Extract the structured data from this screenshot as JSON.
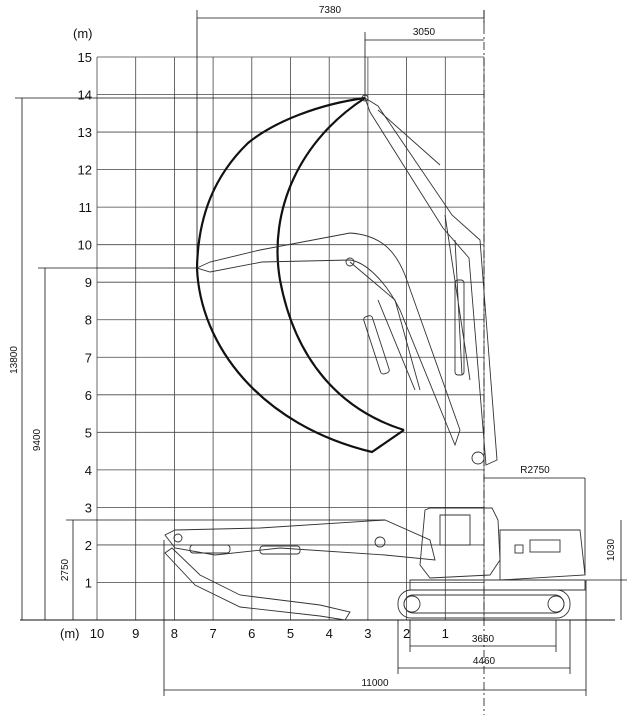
{
  "axes": {
    "y_unit": "(m)",
    "x_unit": "(m)",
    "y_ticks": [
      "15",
      "14",
      "13",
      "12",
      "11",
      "10",
      "9",
      "8",
      "7",
      "6",
      "5",
      "4",
      "3",
      "2",
      "1"
    ],
    "x_ticks": [
      "10",
      "9",
      "8",
      "7",
      "6",
      "5",
      "4",
      "3",
      "2",
      "1"
    ]
  },
  "dimensions": {
    "max_reach_radius": "7380",
    "radius_at_max_height": "3050",
    "max_digging_height": "13800",
    "max_dumping_height": "9400",
    "min_height": "2750",
    "tail_swing_radius": "R2750",
    "counterweight_clearance": "1030",
    "track_length": "3660",
    "overall_track": "4460",
    "transport_length": "11000"
  }
}
